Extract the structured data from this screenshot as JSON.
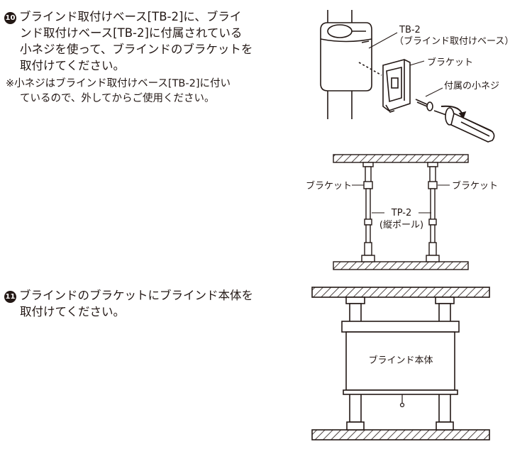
{
  "step10": {
    "number": "10",
    "lines": [
      "ブラインド取付けベース[TB-2]に、ブライ",
      "ンド取付けベース[TB-2]に付属されている",
      "小ネジを使って、ブラインドのブラケットを",
      "取付けてください。"
    ],
    "note_lines": [
      "※小ネジはブラインド取付けベース[TB-2]に付い",
      "ているので、外してからご使用ください。"
    ]
  },
  "step11": {
    "number": "11",
    "lines": [
      "ブラインドのブラケットにブラインド本体を",
      "取付けてください。"
    ]
  },
  "figure1": {
    "label_tb2_code": "TB-2",
    "label_tb2_name": "（ブラインド取付けベース）",
    "label_bracket": "ブラケット",
    "label_screw": "付属の小ネジ"
  },
  "figure2": {
    "label_bracket_left": "ブラケット",
    "label_bracket_right": "ブラケット",
    "label_tp2_code": "TP-2",
    "label_tp2_name": "(縦ポール)"
  },
  "figure3": {
    "label_blind": "ブラインド本体"
  },
  "colors": {
    "ink": "#231815",
    "pole": "#ffffff",
    "hatch": "#231815"
  }
}
